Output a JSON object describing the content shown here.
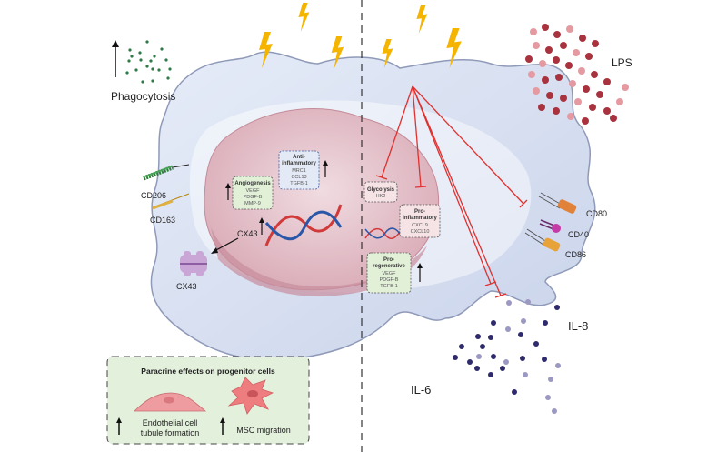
{
  "labels": {
    "phagocytosis": "Phagocytosis",
    "lps": "LPS",
    "cd206": "CD206",
    "cd163": "CD163",
    "cx43_membrane": "CX43",
    "cx43_nucleus": "CX43",
    "cd80": "CD80",
    "cd40": "CD40",
    "cd86": "CD86",
    "il6": "IL-6",
    "il8": "IL-8"
  },
  "left_boxes": {
    "angiogenesis": {
      "title": "Angiogenesis",
      "items": [
        "VEGF",
        "PDGF-B",
        "MMP-9"
      ]
    },
    "anti_inflammatory": {
      "title1": "Anti-",
      "title2": "inflammatory",
      "items": [
        "MRC1",
        "CCL13",
        "TGFB-1"
      ]
    }
  },
  "right_boxes": {
    "glycolysis": {
      "title": "Glycolysis",
      "items": [
        "HK2"
      ]
    },
    "pro_inflammatory": {
      "title1": "Pro-",
      "title2": "inflammatory",
      "items": [
        "CXCL9",
        "CXCL10"
      ]
    },
    "pro_regenerative": {
      "title1": "Pro-",
      "title2": "regenerative",
      "items": [
        "VEGF",
        "PDGF-B",
        "TGFB-1"
      ]
    }
  },
  "paracrine": {
    "title": "Paracrine effects on progenitor cells",
    "endothelial1": "Endothelial cell",
    "endothelial2": "tubule formation",
    "msc": "MSC migration"
  },
  "colors": {
    "cell_fill": "#dfe6f5",
    "nucleus_fill": "#e8c9d0",
    "inhibit_red": "#e0312f",
    "lightning": "#f5b400",
    "lps_dark": "#a8323e",
    "lps_light": "#e59aa2",
    "il_dark": "#2e2a6b",
    "il_light": "#9b98c2",
    "paracrine_bg": "#e3f0dc"
  }
}
